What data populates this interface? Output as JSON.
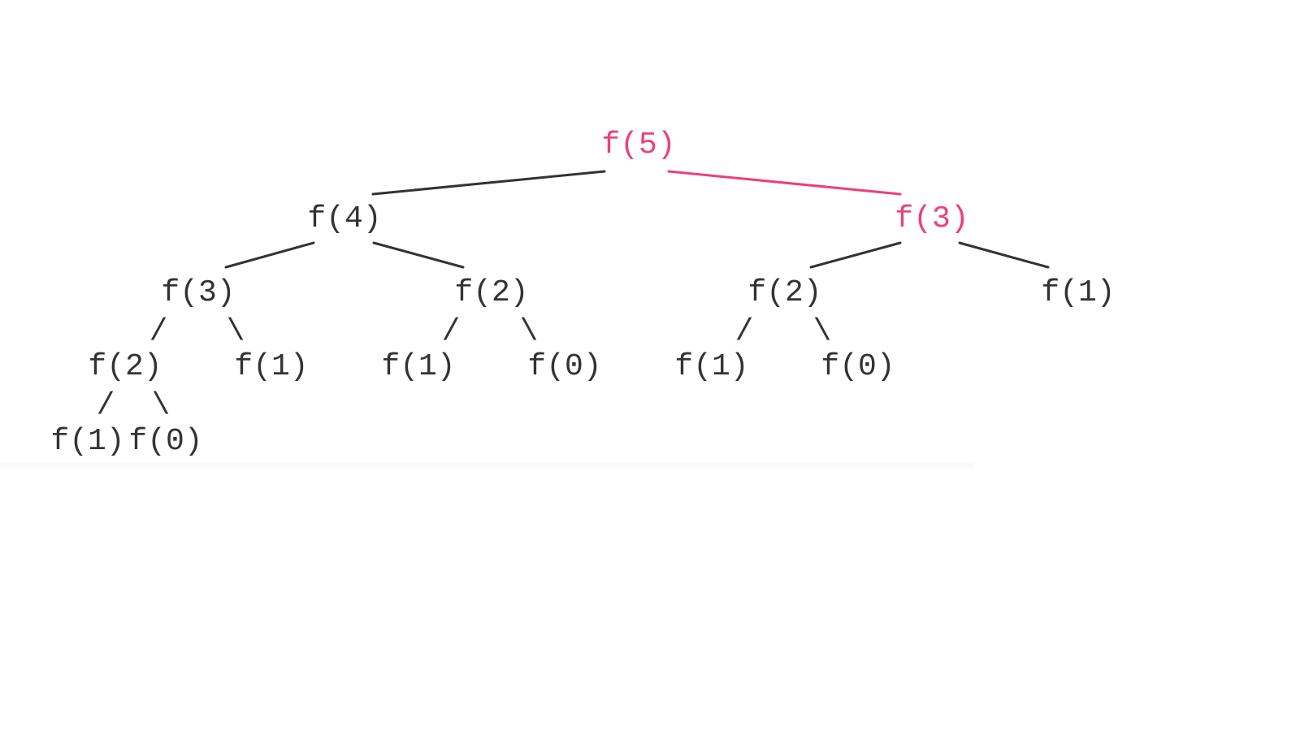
{
  "colors": {
    "text": "#333333",
    "highlight": "#ec407a",
    "background": "#ffffff"
  },
  "tree": {
    "nodes": [
      {
        "id": "n5",
        "label": "f(5)",
        "highlight": true
      },
      {
        "id": "n4",
        "label": "f(4)",
        "highlight": false
      },
      {
        "id": "n3r",
        "label": "f(3)",
        "highlight": true
      },
      {
        "id": "n3l",
        "label": "f(3)",
        "highlight": false
      },
      {
        "id": "n2a",
        "label": "f(2)",
        "highlight": false
      },
      {
        "id": "n2b",
        "label": "f(2)",
        "highlight": false
      },
      {
        "id": "n1a",
        "label": "f(1)",
        "highlight": false
      },
      {
        "id": "n2c",
        "label": "f(2)",
        "highlight": false
      },
      {
        "id": "n1b",
        "label": "f(1)",
        "highlight": false
      },
      {
        "id": "n1c",
        "label": "f(1)",
        "highlight": false
      },
      {
        "id": "n0a",
        "label": "f(0)",
        "highlight": false
      },
      {
        "id": "n1d",
        "label": "f(1)",
        "highlight": false
      },
      {
        "id": "n0b",
        "label": "f(0)",
        "highlight": false
      },
      {
        "id": "n1e",
        "label": "f(1)",
        "highlight": false
      },
      {
        "id": "n0c",
        "label": "f(0)",
        "highlight": false
      }
    ],
    "edges": [
      {
        "from": "n5",
        "to": "n4",
        "highlight": false
      },
      {
        "from": "n5",
        "to": "n3r",
        "highlight": true
      },
      {
        "from": "n4",
        "to": "n3l",
        "highlight": false
      },
      {
        "from": "n4",
        "to": "n2a",
        "highlight": false
      },
      {
        "from": "n3r",
        "to": "n2b",
        "highlight": false
      },
      {
        "from": "n3r",
        "to": "n1a",
        "highlight": false
      }
    ],
    "ascii_branches": [
      {
        "from": "n3l",
        "to": "n2c",
        "glyph": "/"
      },
      {
        "from": "n3l",
        "to": "n1b",
        "glyph": "\\"
      },
      {
        "from": "n2a",
        "to": "n1c",
        "glyph": "/"
      },
      {
        "from": "n2a",
        "to": "n0a",
        "glyph": "\\"
      },
      {
        "from": "n2b",
        "to": "n1d",
        "glyph": "/"
      },
      {
        "from": "n2b",
        "to": "n0b",
        "glyph": "\\"
      },
      {
        "from": "n2c",
        "to": "n1e",
        "glyph": "/"
      },
      {
        "from": "n2c",
        "to": "n0c",
        "glyph": "\\"
      }
    ]
  }
}
